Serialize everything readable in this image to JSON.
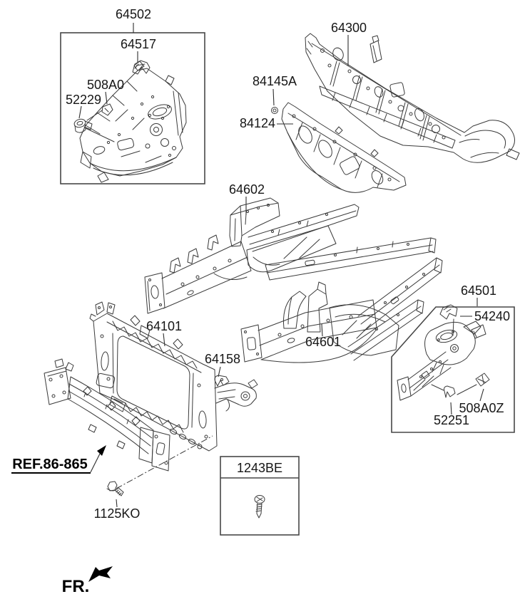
{
  "page": {
    "background": "#ffffff",
    "line_color": "#3a3a3a",
    "text_color": "#161616",
    "accent_black": "#000000"
  },
  "callouts": {
    "apron_rh_assembly": "64502",
    "apron_rh_bracket": "64517",
    "apron_rh_clip": "508A0",
    "apron_rh_mounting": "52229",
    "dash_panel": "64300",
    "dash_grommet": "84145A",
    "dash_insulator": "84124",
    "side_member_lh": "64602",
    "side_member_rh": "64601",
    "radiator_support": "64101",
    "support_bracket": "64158",
    "apron_lh_assembly": "64501",
    "apron_lh_bracket": "54240",
    "apron_lh_clip": "508A0Z",
    "apron_lh_mounting": "52251",
    "bumper_beam_ref": "REF.86-865",
    "bolt": "1125KO",
    "screw_box": "1243BE",
    "front_direction": "FR."
  }
}
